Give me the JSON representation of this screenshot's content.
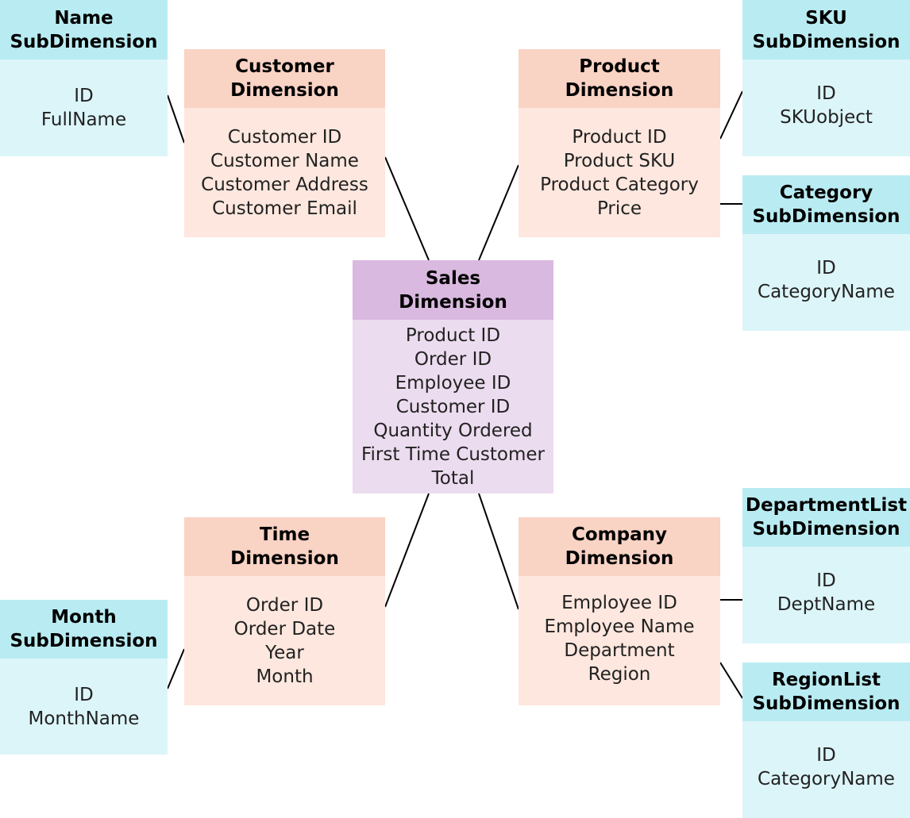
{
  "boxes": {
    "name_sub": {
      "title": [
        "Name",
        "SubDimension"
      ],
      "fields": [
        "ID",
        "FullName"
      ]
    },
    "customer": {
      "title": [
        "Customer",
        "Dimension"
      ],
      "fields": [
        "Customer ID",
        "Customer Name",
        "Customer Address",
        "Customer Email"
      ]
    },
    "product": {
      "title": [
        "Product",
        "Dimension"
      ],
      "fields": [
        "Product ID",
        "Product SKU",
        "Product Category",
        "Price"
      ]
    },
    "sku_sub": {
      "title": [
        "SKU",
        "SubDimension"
      ],
      "fields": [
        "ID",
        "SKUobject"
      ]
    },
    "category_sub": {
      "title": [
        "Category",
        "SubDimension"
      ],
      "fields": [
        "ID",
        "CategoryName"
      ]
    },
    "sales": {
      "title": [
        "Sales",
        "Dimension"
      ],
      "fields": [
        "Product ID",
        "Order ID",
        "Employee ID",
        "Customer ID",
        "Quantity Ordered",
        "First Time Customer",
        "Total"
      ]
    },
    "time": {
      "title": [
        "Time",
        "Dimension"
      ],
      "fields": [
        "Order ID",
        "Order Date",
        "Year",
        "Month"
      ]
    },
    "month_sub": {
      "title": [
        "Month",
        "SubDimension"
      ],
      "fields": [
        "ID",
        "MonthName"
      ]
    },
    "company": {
      "title": [
        "Company",
        "Dimension"
      ],
      "fields": [
        "Employee ID",
        "Employee Name",
        "Department",
        "Region"
      ]
    },
    "deptlist_sub": {
      "title": [
        "DepartmentList",
        "SubDimension"
      ],
      "fields": [
        "ID",
        "DeptName"
      ]
    },
    "regionlist_sub": {
      "title": [
        "RegionList",
        "SubDimension"
      ],
      "fields": [
        "ID",
        "CategoryName"
      ]
    }
  },
  "colors": {
    "dimension_header": "#f9d3c4",
    "dimension_body": "#fde7de",
    "subdimension_header": "#b9ecf2",
    "subdimension_body": "#dcf5f9",
    "fact_header": "#d9b9df",
    "fact_body": "#ecdcef",
    "connector": "#000000"
  }
}
